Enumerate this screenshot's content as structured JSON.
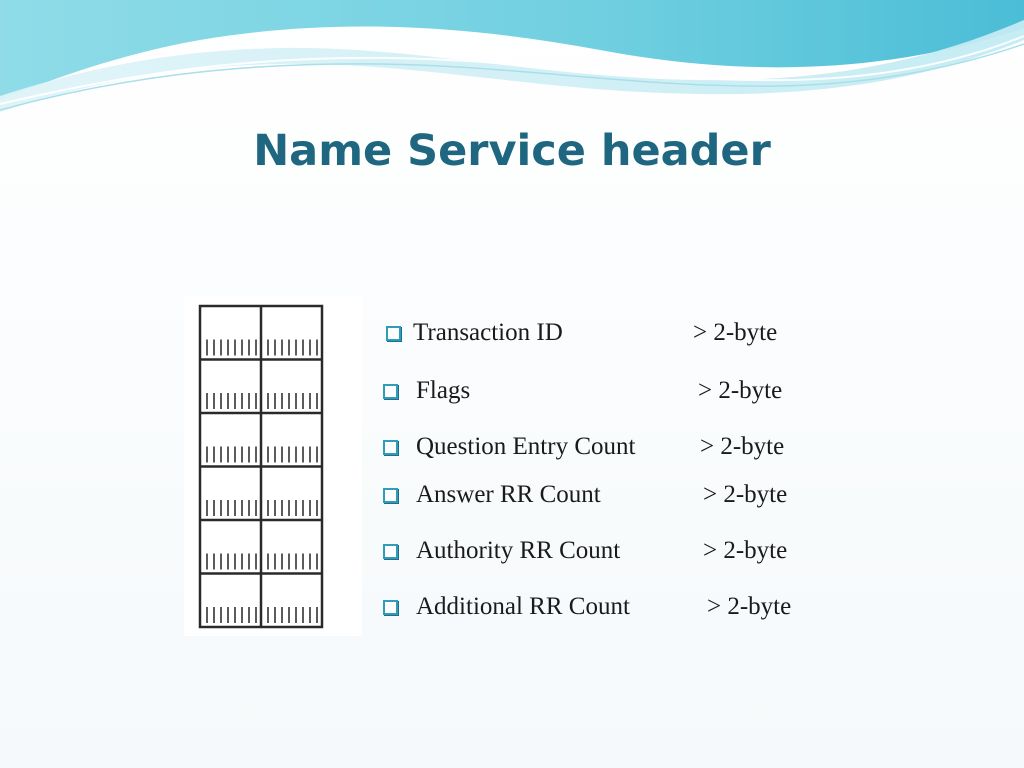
{
  "slide": {
    "title": "Name Service header",
    "figure_icon": "header-byte-grid",
    "items": [
      {
        "label": "Transaction ID",
        "value": ">  2-byte"
      },
      {
        "label": "Flags",
        "value": ">  2-byte"
      },
      {
        "label": "Question Entry Count",
        "value": ">  2-byte"
      },
      {
        "label": "Answer RR Count",
        "value": ">  2-byte"
      },
      {
        "label": "Authority RR Count",
        "value": ">  2-byte"
      },
      {
        "label": "Additional RR Count",
        "value": ">  2-byte"
      }
    ]
  },
  "colors": {
    "title": "#1f6680",
    "bullet": "#2f9cbb",
    "wave_light": "#bfe7ef",
    "wave_dark": "#5cc6dc"
  }
}
